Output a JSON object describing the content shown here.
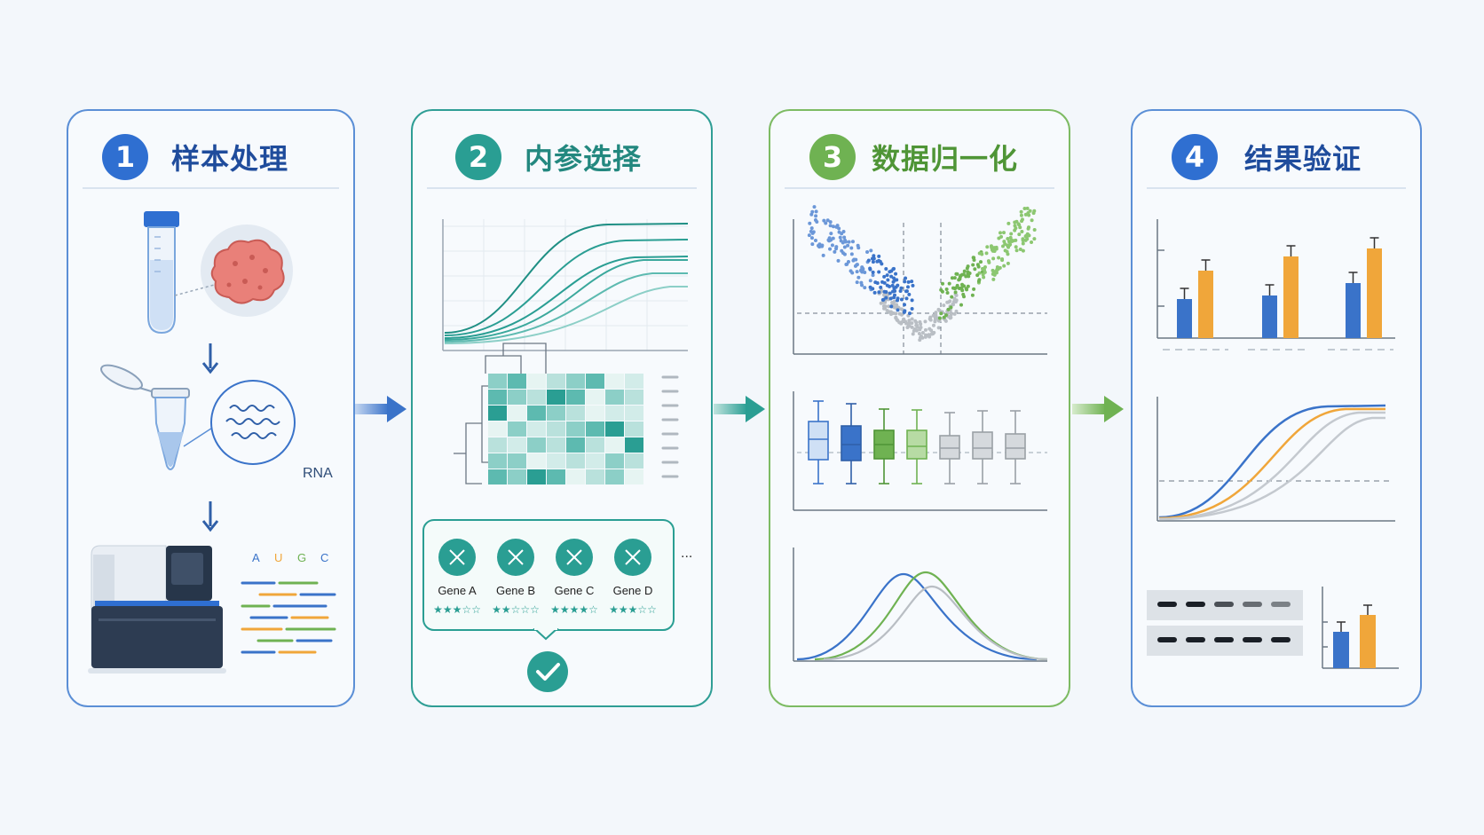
{
  "colors": {
    "blue": "#3a73c9",
    "teal": "#2a9e93",
    "green": "#6fb252",
    "orange": "#f0a63a",
    "grey": "#b9bec4"
  },
  "steps": [
    {
      "number": "1",
      "title": "样本处理",
      "accent": "#2f6fd1",
      "title_color": "#1f4c9c"
    },
    {
      "number": "2",
      "title": "内参选择",
      "accent": "#2a9e93",
      "title_color": "#23887f"
    },
    {
      "number": "3",
      "title": "数据归一化",
      "accent": "#6fb252",
      "title_color": "#4f9536"
    },
    {
      "number": "4",
      "title": "结果验证",
      "accent": "#2f6fd1",
      "title_color": "#1f4c9c"
    }
  ],
  "sample": {
    "rna_label": "RNA",
    "bases": [
      "A",
      "U",
      "G",
      "C"
    ],
    "base_colors": [
      "#3a73c9",
      "#f0a63a",
      "#6fb252",
      "#3a73c9"
    ],
    "icons": [
      "sample-tube-icon",
      "tissue-icon",
      "microtube-icon",
      "rna-strand-icon",
      "sequencer-icon"
    ]
  },
  "reference": {
    "genes": [
      {
        "name": "Gene A",
        "rating": 3
      },
      {
        "name": "Gene B",
        "rating": 2
      },
      {
        "name": "Gene C",
        "rating": 4
      },
      {
        "name": "Gene D",
        "rating": 3
      }
    ],
    "more": "...",
    "max_rating": 5
  }
}
